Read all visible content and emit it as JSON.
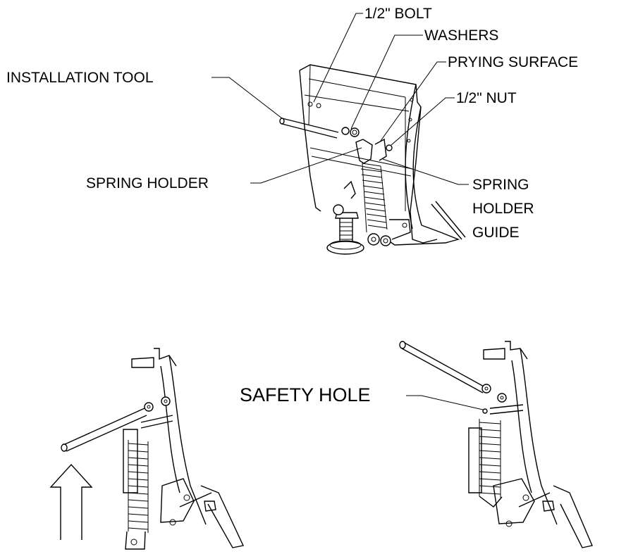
{
  "labels": {
    "bolt": "1/2\" BOLT",
    "washers": "WASHERS",
    "prying_surface": "PRYING SURFACE",
    "nut": "1/2\" NUT",
    "installation_tool": "INSTALLATION TOOL",
    "spring_holder": "SPRING HOLDER",
    "spring_holder_guide_1": "SPRING",
    "spring_holder_guide_2": "HOLDER",
    "spring_holder_guide_3": "GUIDE",
    "safety_hole": "SAFETY HOLE"
  }
}
